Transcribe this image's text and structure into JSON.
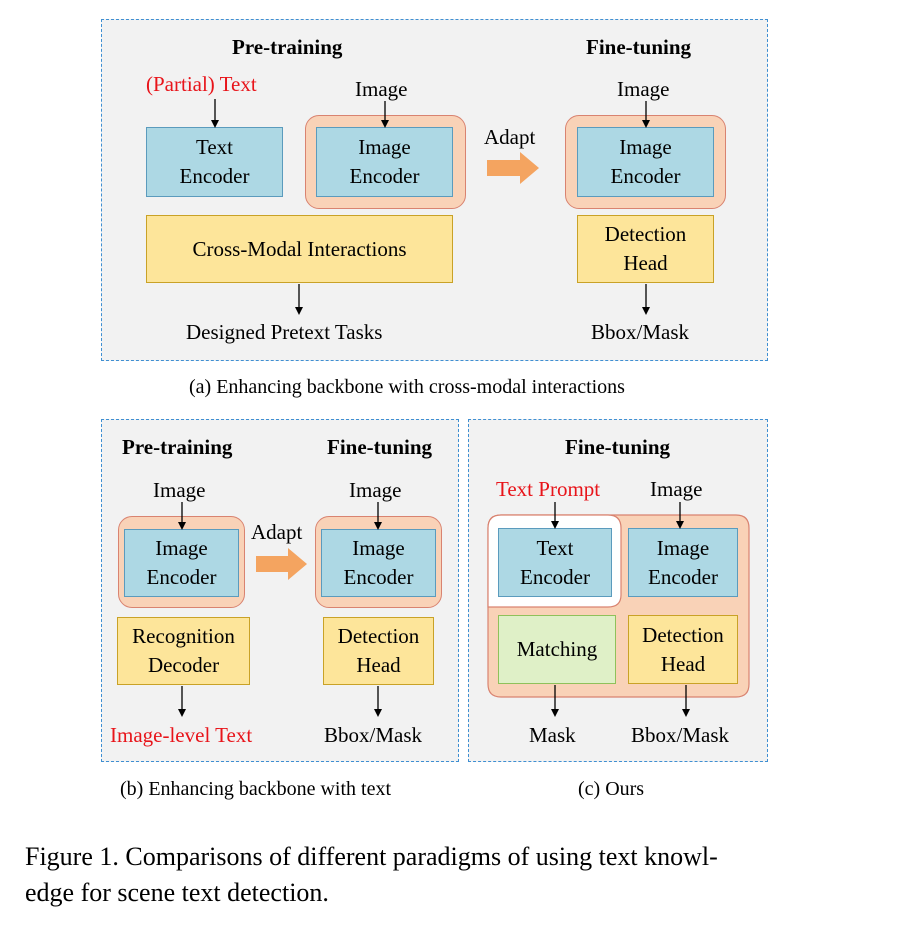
{
  "panel_a": {
    "pretraining_header": "Pre-training",
    "finetuning_header": "Fine-tuning",
    "partial_text": "(Partial) Text",
    "image_label_pre": "Image",
    "image_label_fine": "Image",
    "text_encoder_l1": "Text",
    "text_encoder_l2": "Encoder",
    "image_encoder_pre_l1": "Image",
    "image_encoder_pre_l2": "Encoder",
    "image_encoder_fine_l1": "Image",
    "image_encoder_fine_l2": "Encoder",
    "adapt": "Adapt",
    "cross_modal": "Cross-Modal Interactions",
    "detection_head_l1": "Detection",
    "detection_head_l2": "Head",
    "pretext_tasks": "Designed Pretext Tasks",
    "bbox_mask": "Bbox/Mask",
    "caption": "(a) Enhancing backbone with cross-modal interactions"
  },
  "panel_b": {
    "pretraining_header": "Pre-training",
    "finetuning_header": "Fine-tuning",
    "image_label_pre": "Image",
    "image_label_fine": "Image",
    "image_encoder_pre_l1": "Image",
    "image_encoder_pre_l2": "Encoder",
    "image_encoder_fine_l1": "Image",
    "image_encoder_fine_l2": "Encoder",
    "adapt": "Adapt",
    "recognition_decoder_l1": "Recognition",
    "recognition_decoder_l2": "Decoder",
    "detection_head_l1": "Detection",
    "detection_head_l2": "Head",
    "image_level_text": "Image-level Text",
    "bbox_mask": "Bbox/Mask",
    "caption": "(b) Enhancing backbone with text"
  },
  "panel_c": {
    "finetuning_header": "Fine-tuning",
    "text_prompt": "Text Prompt",
    "image_label": "Image",
    "text_encoder_l1": "Text",
    "text_encoder_l2": "Encoder",
    "image_encoder_l1": "Image",
    "image_encoder_l2": "Encoder",
    "matching": "Matching",
    "detection_head_l1": "Detection",
    "detection_head_l2": "Head",
    "mask": "Mask",
    "bbox_mask": "Bbox/Mask",
    "caption": "(c) Ours"
  },
  "figure_caption": {
    "line1": "Figure 1. Comparisons of different paradigms of using text knowl-",
    "line2": "edge for scene text detection."
  },
  "colors": {
    "panel_border": "#3f8fd2",
    "panel_bg": "#f2f2f2",
    "encoder_fill": "#add8e4",
    "head_fill": "#fde59a",
    "matching_fill": "#dff0c7",
    "backbone_fill": "#f9d2b7",
    "adapt_arrow": "#f4a460",
    "highlight_text": "#e8141a"
  }
}
